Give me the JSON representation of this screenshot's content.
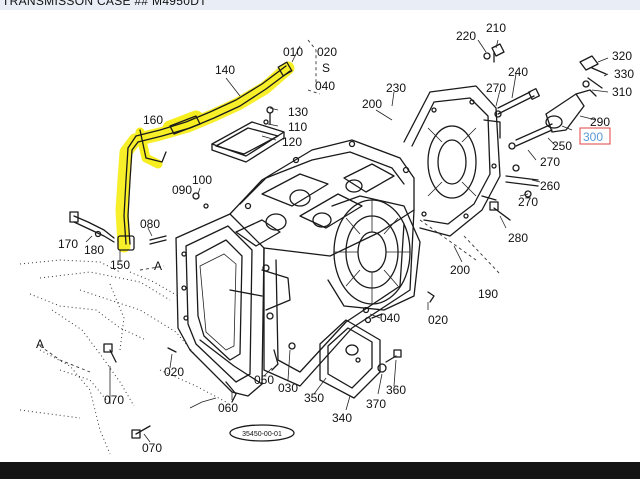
{
  "header": {
    "title": "TRANSMISSON CASE ## M4950DT",
    "caption": "35450-00-01"
  },
  "parts": {
    "p010a": "010",
    "p020a": "020",
    "pS": "S",
    "p040a": "040",
    "p140": "140",
    "p130": "130",
    "p110": "110",
    "p120": "120",
    "p160": "160",
    "p090": "090",
    "p100": "100",
    "p080": "080",
    "p170": "170",
    "p180": "180",
    "p150": "150",
    "pA1": "A",
    "p200a": "200",
    "p230": "230",
    "p220": "220",
    "p210": "210",
    "p240": "240",
    "p270a": "270",
    "p320": "320",
    "p330": "330",
    "p310": "310",
    "p290": "290",
    "p300": "300",
    "p250": "250",
    "p270b": "270",
    "p260": "260",
    "p270c": "270",
    "p280": "280",
    "p200b": "200",
    "p190": "190",
    "p020b": "020",
    "p040b": "040",
    "pA2": "A",
    "p020c": "020",
    "p070a": "070",
    "p050": "050",
    "p030": "030",
    "p350": "350",
    "p360": "360",
    "p370": "370",
    "p060": "060",
    "p340": "340",
    "p070b": "070"
  },
  "colors": {
    "highlight": "#f7ee1f",
    "marker_box": "#e04040",
    "marker_text": "#5a9ad6",
    "title_bar": "#e9edf6",
    "bottom_bar": "#141414"
  }
}
